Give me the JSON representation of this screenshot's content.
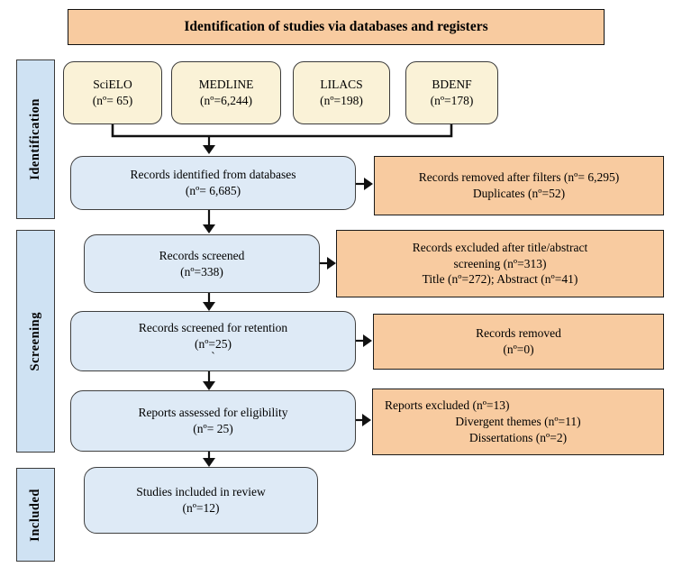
{
  "title": "Identification of studies via databases and registers",
  "sidebar": {
    "identification": "Identification",
    "screening": "Screening",
    "included": "Included"
  },
  "databases": [
    {
      "name": "SciELO",
      "count": "(nº= 65)"
    },
    {
      "name": "MEDLINE",
      "count": "(nº=6,244)"
    },
    {
      "name": "LILACS",
      "count": "(nº=198)"
    },
    {
      "name": "BDENF",
      "count": "(nº=178)"
    }
  ],
  "flow_boxes": [
    {
      "line1": "Records identified from databases",
      "line2": "(nº= 6,685)"
    },
    {
      "line1": "Records screened",
      "line2": "(nº=338)"
    },
    {
      "line1": "Records screened for retention",
      "line2": "(nº=25)",
      "line3": "`"
    },
    {
      "line1": "Reports assessed for eligibility",
      "line2": "(nº= 25)"
    },
    {
      "line1": "Studies included in review",
      "line2": "(nº=12)"
    }
  ],
  "side_boxes": [
    {
      "line1": "Records removed after filters (nº= 6,295)",
      "line2": "Duplicates (nº=52)"
    },
    {
      "line1": "Records excluded after title/abstract",
      "line2": "screening (nº=313)",
      "line3": "Title (nº=272); Abstract (nº=41)"
    },
    {
      "line1": "Records removed",
      "line2": "(nº=0)"
    },
    {
      "line1": "Reports excluded (nº=13)",
      "line2": "Divergent themes (nº=11)",
      "line3": "Dissertations (nº=2)"
    }
  ],
  "colors": {
    "orange": "#F8CBA0",
    "cream": "#FAF2D7",
    "flow_blue": "#DEEAF6",
    "sidebar_blue": "#CFE2F3"
  }
}
